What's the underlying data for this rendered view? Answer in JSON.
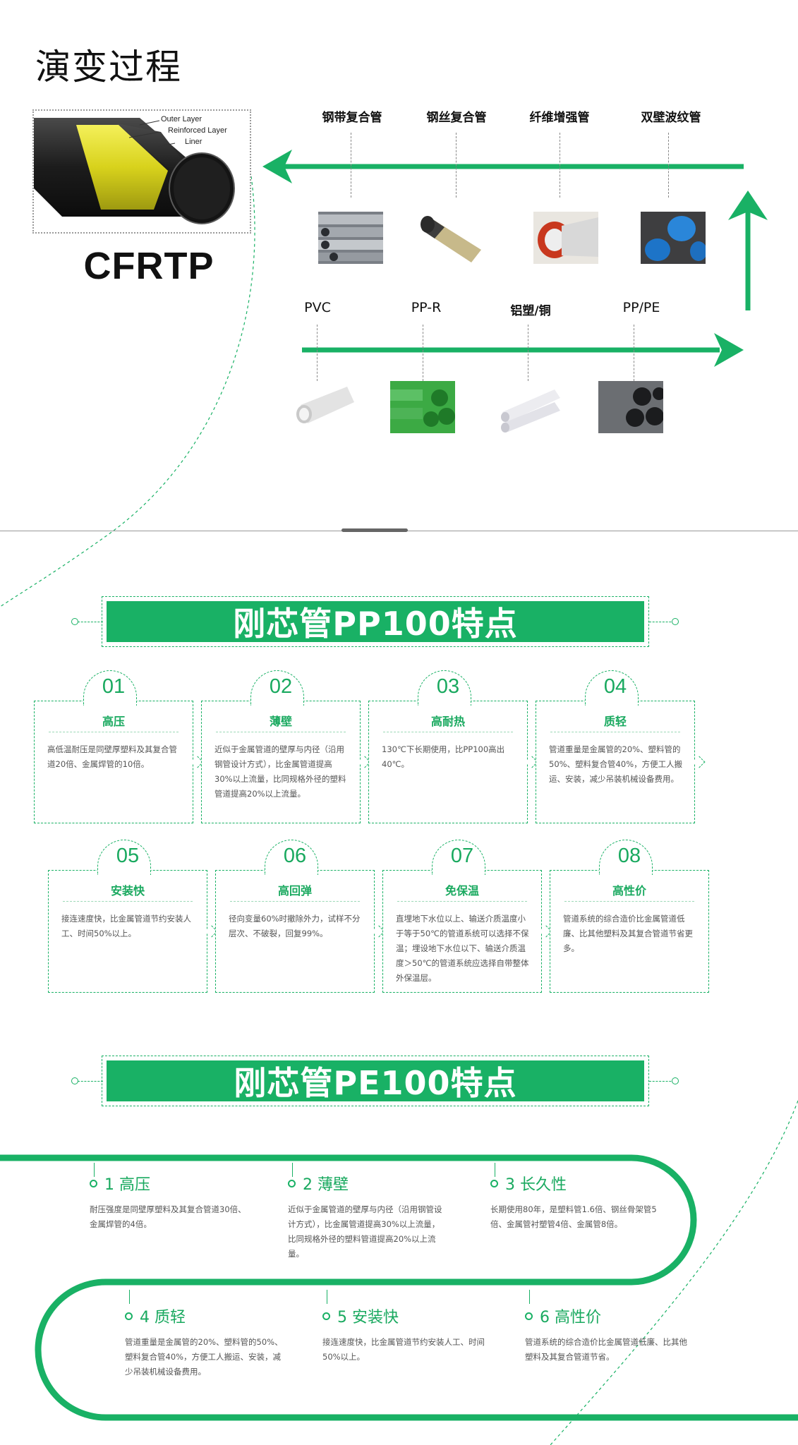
{
  "evolution": {
    "title": "演变过程",
    "cfrtp": {
      "label": "CFRTP",
      "layers": [
        "Outer Layer",
        "Reinforced Layer",
        "Liner"
      ]
    },
    "top_row": [
      "钢带复合管",
      "钢丝复合管",
      "纤维增强管",
      "双壁波纹管"
    ],
    "bottom_row": [
      "PVC",
      "PP-R",
      "铝塑/铜",
      "PP/PE"
    ]
  },
  "pp100": {
    "title": "刚芯管PP100特点",
    "features": [
      {
        "num": "01",
        "title": "高压",
        "desc": "高低温耐压是同壁厚塑料及其复合管道20倍、金属焊管的10倍。"
      },
      {
        "num": "02",
        "title": "薄壁",
        "desc": "近似于金属管道的壁厚与内径（沿用钢管设计方式），比金属管道提高30%以上流量，比同规格外径的塑料管道提高20%以上流量。"
      },
      {
        "num": "03",
        "title": "高耐热",
        "desc": "130℃下长期使用，比PP100高出40℃。"
      },
      {
        "num": "04",
        "title": "质轻",
        "desc": "管道重量是金属管的20%、塑料管的50%、塑料复合管40%，方便工人搬运、安装，减少吊装机械设备费用。"
      },
      {
        "num": "05",
        "title": "安装快",
        "desc": "接连速度快，比金属管道节约安装人工、时间50%以上。"
      },
      {
        "num": "06",
        "title": "高回弹",
        "desc": "径向变量60%时撤除外力，试样不分层次、不破裂，回复99%。"
      },
      {
        "num": "07",
        "title": "免保温",
        "desc": "直埋地下水位以上、输送介质温度小于等于50℃的管道系统可以选择不保温；埋设地下水位以下、输送介质温度＞50℃的管道系统应选择自带整体外保温层。"
      },
      {
        "num": "08",
        "title": "高性价",
        "desc": "管道系统的综合造价比金属管道低廉、比其他塑料及其复合管道节省更多。"
      }
    ]
  },
  "pe100": {
    "title": "刚芯管PE100特点",
    "features": [
      {
        "title": "1 高压",
        "desc": "耐压强度是同壁厚塑料及其复合管道30倍、金属焊管的4倍。"
      },
      {
        "title": "2 薄壁",
        "desc": "近似于金属管道的壁厚与内径（沿用钢管设计方式），比金属管道提高30%以上流量，比同规格外径的塑料管道提高20%以上流量。"
      },
      {
        "title": "3 长久性",
        "desc": "长期使用80年，是塑料管1.6倍、钢丝骨架管5倍、金属管衬塑管4倍、金属管8倍。"
      },
      {
        "title": "4 质轻",
        "desc": "管道重量是金属管的20%、塑料管的50%、塑料复合管40%，方便工人搬运、安装，减少吊装机械设备费用。"
      },
      {
        "title": "5 安装快",
        "desc": "接连速度快，比金属管道节约安装人工、时间50%以上。"
      },
      {
        "title": "6 高性价",
        "desc": "管道系统的综合造价比金属管道低廉、比其他塑料及其复合管道节省。"
      }
    ]
  },
  "colors": {
    "accent": "#19b165",
    "accent_text": "#19a95f",
    "text": "#555555"
  }
}
